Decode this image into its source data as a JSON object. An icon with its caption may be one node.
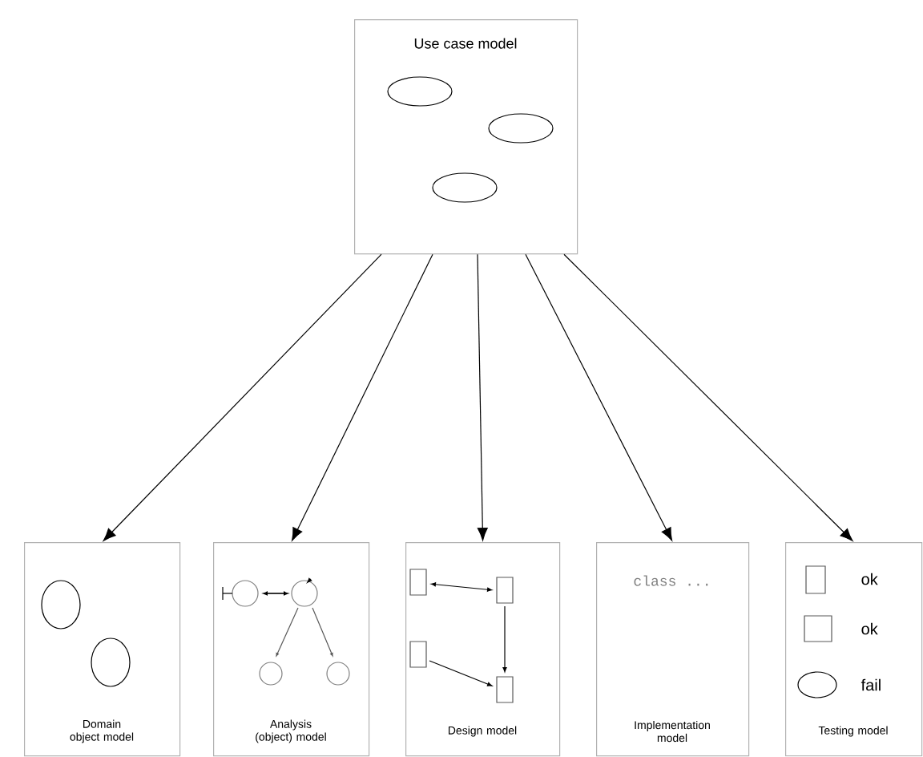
{
  "diagram": {
    "nodes": [
      {
        "text": [
          "Use case model"
        ]
      },
      {
        "text": [
          "Domain object model"
        ]
      },
      {
        "text": [
          "Analysis (object) model"
        ]
      },
      {
        "text": [
          "Design model"
        ]
      },
      {
        "text": [
          "class ...",
          "Implementation model"
        ]
      },
      {
        "text": [
          "ok",
          "ok",
          "fail",
          "Testing model"
        ]
      }
    ],
    "edges": [
      {
        "from": 0,
        "to": 1,
        "arrow": "to"
      },
      {
        "from": 0,
        "to": 2,
        "arrow": "to"
      },
      {
        "from": 0,
        "to": 3,
        "arrow": "to"
      },
      {
        "from": 0,
        "to": 4,
        "arrow": "to"
      },
      {
        "from": 0,
        "to": 5,
        "arrow": "to"
      }
    ]
  }
}
